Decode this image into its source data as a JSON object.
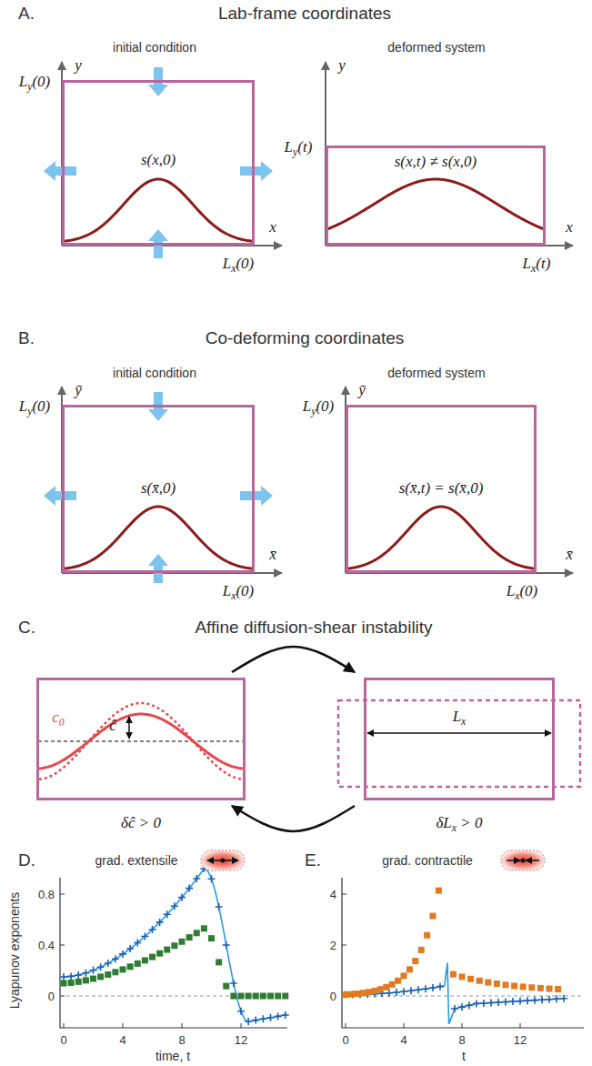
{
  "diagram": {
    "nodes": [
      {
        "text": [
          "s(x,0)"
        ]
      },
      {
        "text": [
          "s(x,t) ≠ s(x,0)"
        ]
      },
      {
        "text": [
          "s(x̄,0)"
        ]
      },
      {
        "text": [
          "s(x̄,t) = s(x̄,0)"
        ]
      },
      {
        "text": [
          "c0",
          "ĉ",
          "δĉ > 0"
        ]
      },
      {
        "text": [
          "Lx",
          "δLx > 0"
        ]
      }
    ],
    "edges": [
      {
        "from": 4,
        "to": 5,
        "arrow": "to"
      },
      {
        "from": 5,
        "to": 4,
        "arrow": "to"
      }
    ],
    "labels": [
      "A.",
      "Lab-frame coordinates",
      "initial condition",
      "deformed system",
      "y",
      "Ly(0)",
      "x",
      "Lx(0)",
      "y",
      "Ly(t)",
      "x",
      "Lx(t)",
      "B.",
      "Co-deforming coordinates",
      "initial condition",
      "deformed system",
      "ȳ",
      "Ly(0)",
      "x̄",
      "Lx(0)",
      "ȳ",
      "Ly(0)",
      "x̄",
      "Lx(0)",
      "C.",
      "Affine diffusion-shear instability",
      "D.",
      "grad. extensile",
      "E.",
      "grad. contractile",
      "Lyapunov exponents",
      "0.8",
      "0.4",
      "0",
      "0",
      "4",
      "8",
      "12",
      "time, t",
      "4",
      "2",
      "0",
      "0",
      "4",
      "8",
      "12",
      "t"
    ]
  }
}
